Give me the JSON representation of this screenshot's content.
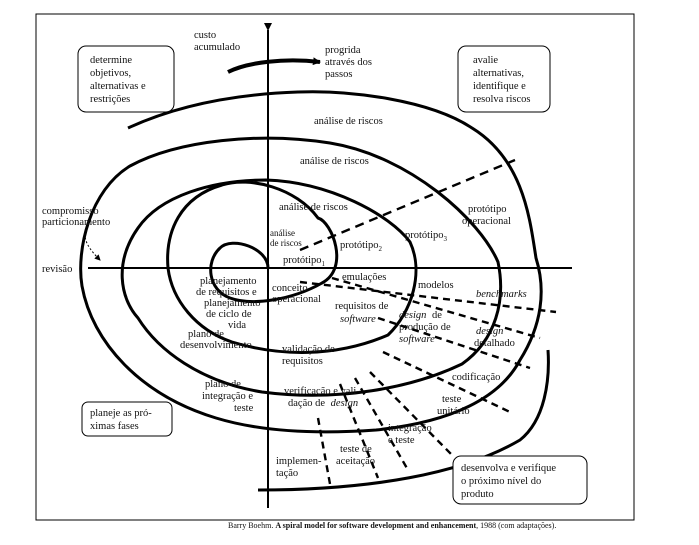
{
  "quadrants": {
    "top_left": [
      "determine",
      "objetivos,",
      "alternativas e",
      "restrições"
    ],
    "top_right": [
      "avalie",
      "alternativas,",
      "identifique e",
      "resolva riscos"
    ],
    "bottom_left": [
      "planeje as pró-",
      "ximas fases"
    ],
    "bottom_right": [
      "desenvolva e verifique",
      "o próximo nível do",
      "produto"
    ]
  },
  "axis_labels": {
    "cost": [
      "custo",
      "acumulado"
    ],
    "progress": [
      "progrida",
      "através dos",
      "passos"
    ],
    "commitment": [
      "compromisso",
      "particionamento"
    ],
    "review": "revisão"
  },
  "risk_analysis": {
    "inner": [
      "análise",
      "de riscos"
    ],
    "r2": "análise de riscos",
    "r3": "análise de riscos",
    "r4": "análise de riscos"
  },
  "prototypes": {
    "p1": "protótipo",
    "p1_sub": "1",
    "p2": "protótipo",
    "p2_sub": "2",
    "p3": "protótipo",
    "p3_sub": "3",
    "operational": [
      "protótipo",
      "operacional"
    ]
  },
  "simulations": {
    "emulations": "emulações",
    "models": "modelos",
    "benchmarks": "benchmarks"
  },
  "planning": {
    "requirements": [
      "planejamento",
      "de requisitos e",
      "planejamento",
      "de ciclo de",
      "vida"
    ],
    "development": [
      "plano de",
      "desenvolvimento"
    ],
    "integration": [
      "plano de",
      "integração e",
      "teste"
    ]
  },
  "development": {
    "concept": [
      "conceito",
      "operacional"
    ],
    "sw_requirements": [
      "requisitos de"
    ],
    "sw_requirements_it": "software",
    "req_validation": [
      "validação de",
      "requisitos"
    ],
    "product_design": [
      "de"
    ],
    "product_design_it": "design",
    "product_design_2": "produção de",
    "product_design_it2": "software",
    "design_verif": [
      "verificação e vali-",
      "dação de"
    ],
    "design_verif_it": "design",
    "detailed_it": "design",
    "detailed": "detalhado",
    "coding": "codificação",
    "unit_test": [
      "teste",
      "unitário"
    ],
    "integration_test": [
      "integração",
      "e teste"
    ],
    "acceptance": [
      "teste de",
      "aceitação"
    ],
    "implementation": [
      "implemen-",
      "tação"
    ]
  },
  "caption": {
    "author": "Barry Boehm. ",
    "title": "A spiral model for software development and enhancement",
    "rest": ", 1988 (com adaptações)."
  }
}
